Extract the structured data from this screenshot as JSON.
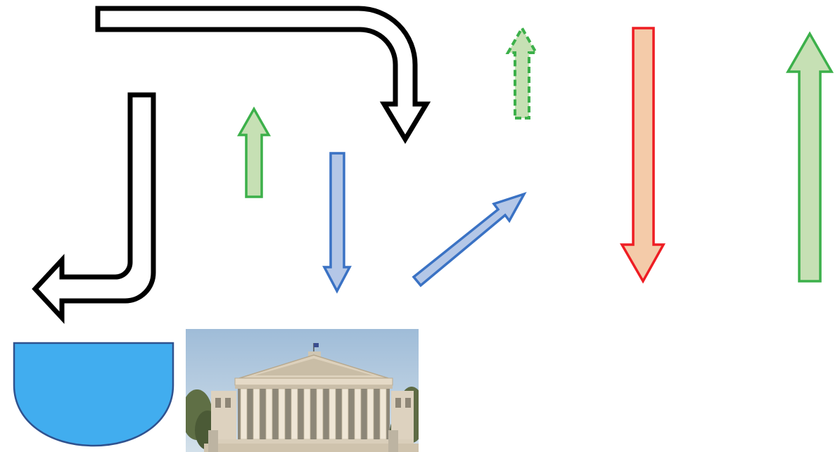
{
  "shapes": [
    {
      "name": "bent-arrow-right-down",
      "kind": "bent-arrow",
      "direction": "right-then-down",
      "fill": "#ffffff",
      "stroke": "#000000"
    },
    {
      "name": "bent-arrow-down-left",
      "kind": "bent-arrow",
      "direction": "down-then-left",
      "fill": "#ffffff",
      "stroke": "#000000"
    },
    {
      "name": "green-up-arrow-small",
      "kind": "straight-arrow",
      "direction": "up",
      "fill": "#c6e0b4",
      "stroke": "#3cb04a"
    },
    {
      "name": "blue-down-arrow",
      "kind": "straight-arrow",
      "direction": "down",
      "fill": "#b4c7e7",
      "stroke": "#3a72c4"
    },
    {
      "name": "blue-diagonal-arrow",
      "kind": "straight-arrow",
      "direction": "up-right",
      "fill": "#b4c7e7",
      "stroke": "#3a72c4"
    },
    {
      "name": "green-dashed-up-arrow",
      "kind": "straight-arrow",
      "direction": "up",
      "fill": "#c6e0b4",
      "stroke": "#3cb04a",
      "dashed": true
    },
    {
      "name": "orange-down-arrow",
      "kind": "straight-arrow",
      "direction": "down",
      "fill": "#f4cba9",
      "stroke": "#ee1d23"
    },
    {
      "name": "green-up-arrow-large",
      "kind": "straight-arrow",
      "direction": "up",
      "fill": "#c6e0b4",
      "stroke": "#3cb04a"
    },
    {
      "name": "blue-bowl-shape",
      "kind": "half-round-shape",
      "fill": "#41adef",
      "stroke": "#2f528f"
    }
  ],
  "photo": {
    "name": "neoclassical-building-photo",
    "subject": "neoclassical-building-icon",
    "sky_color": "#b7cde0",
    "stone_color": "#e7dbc8"
  }
}
